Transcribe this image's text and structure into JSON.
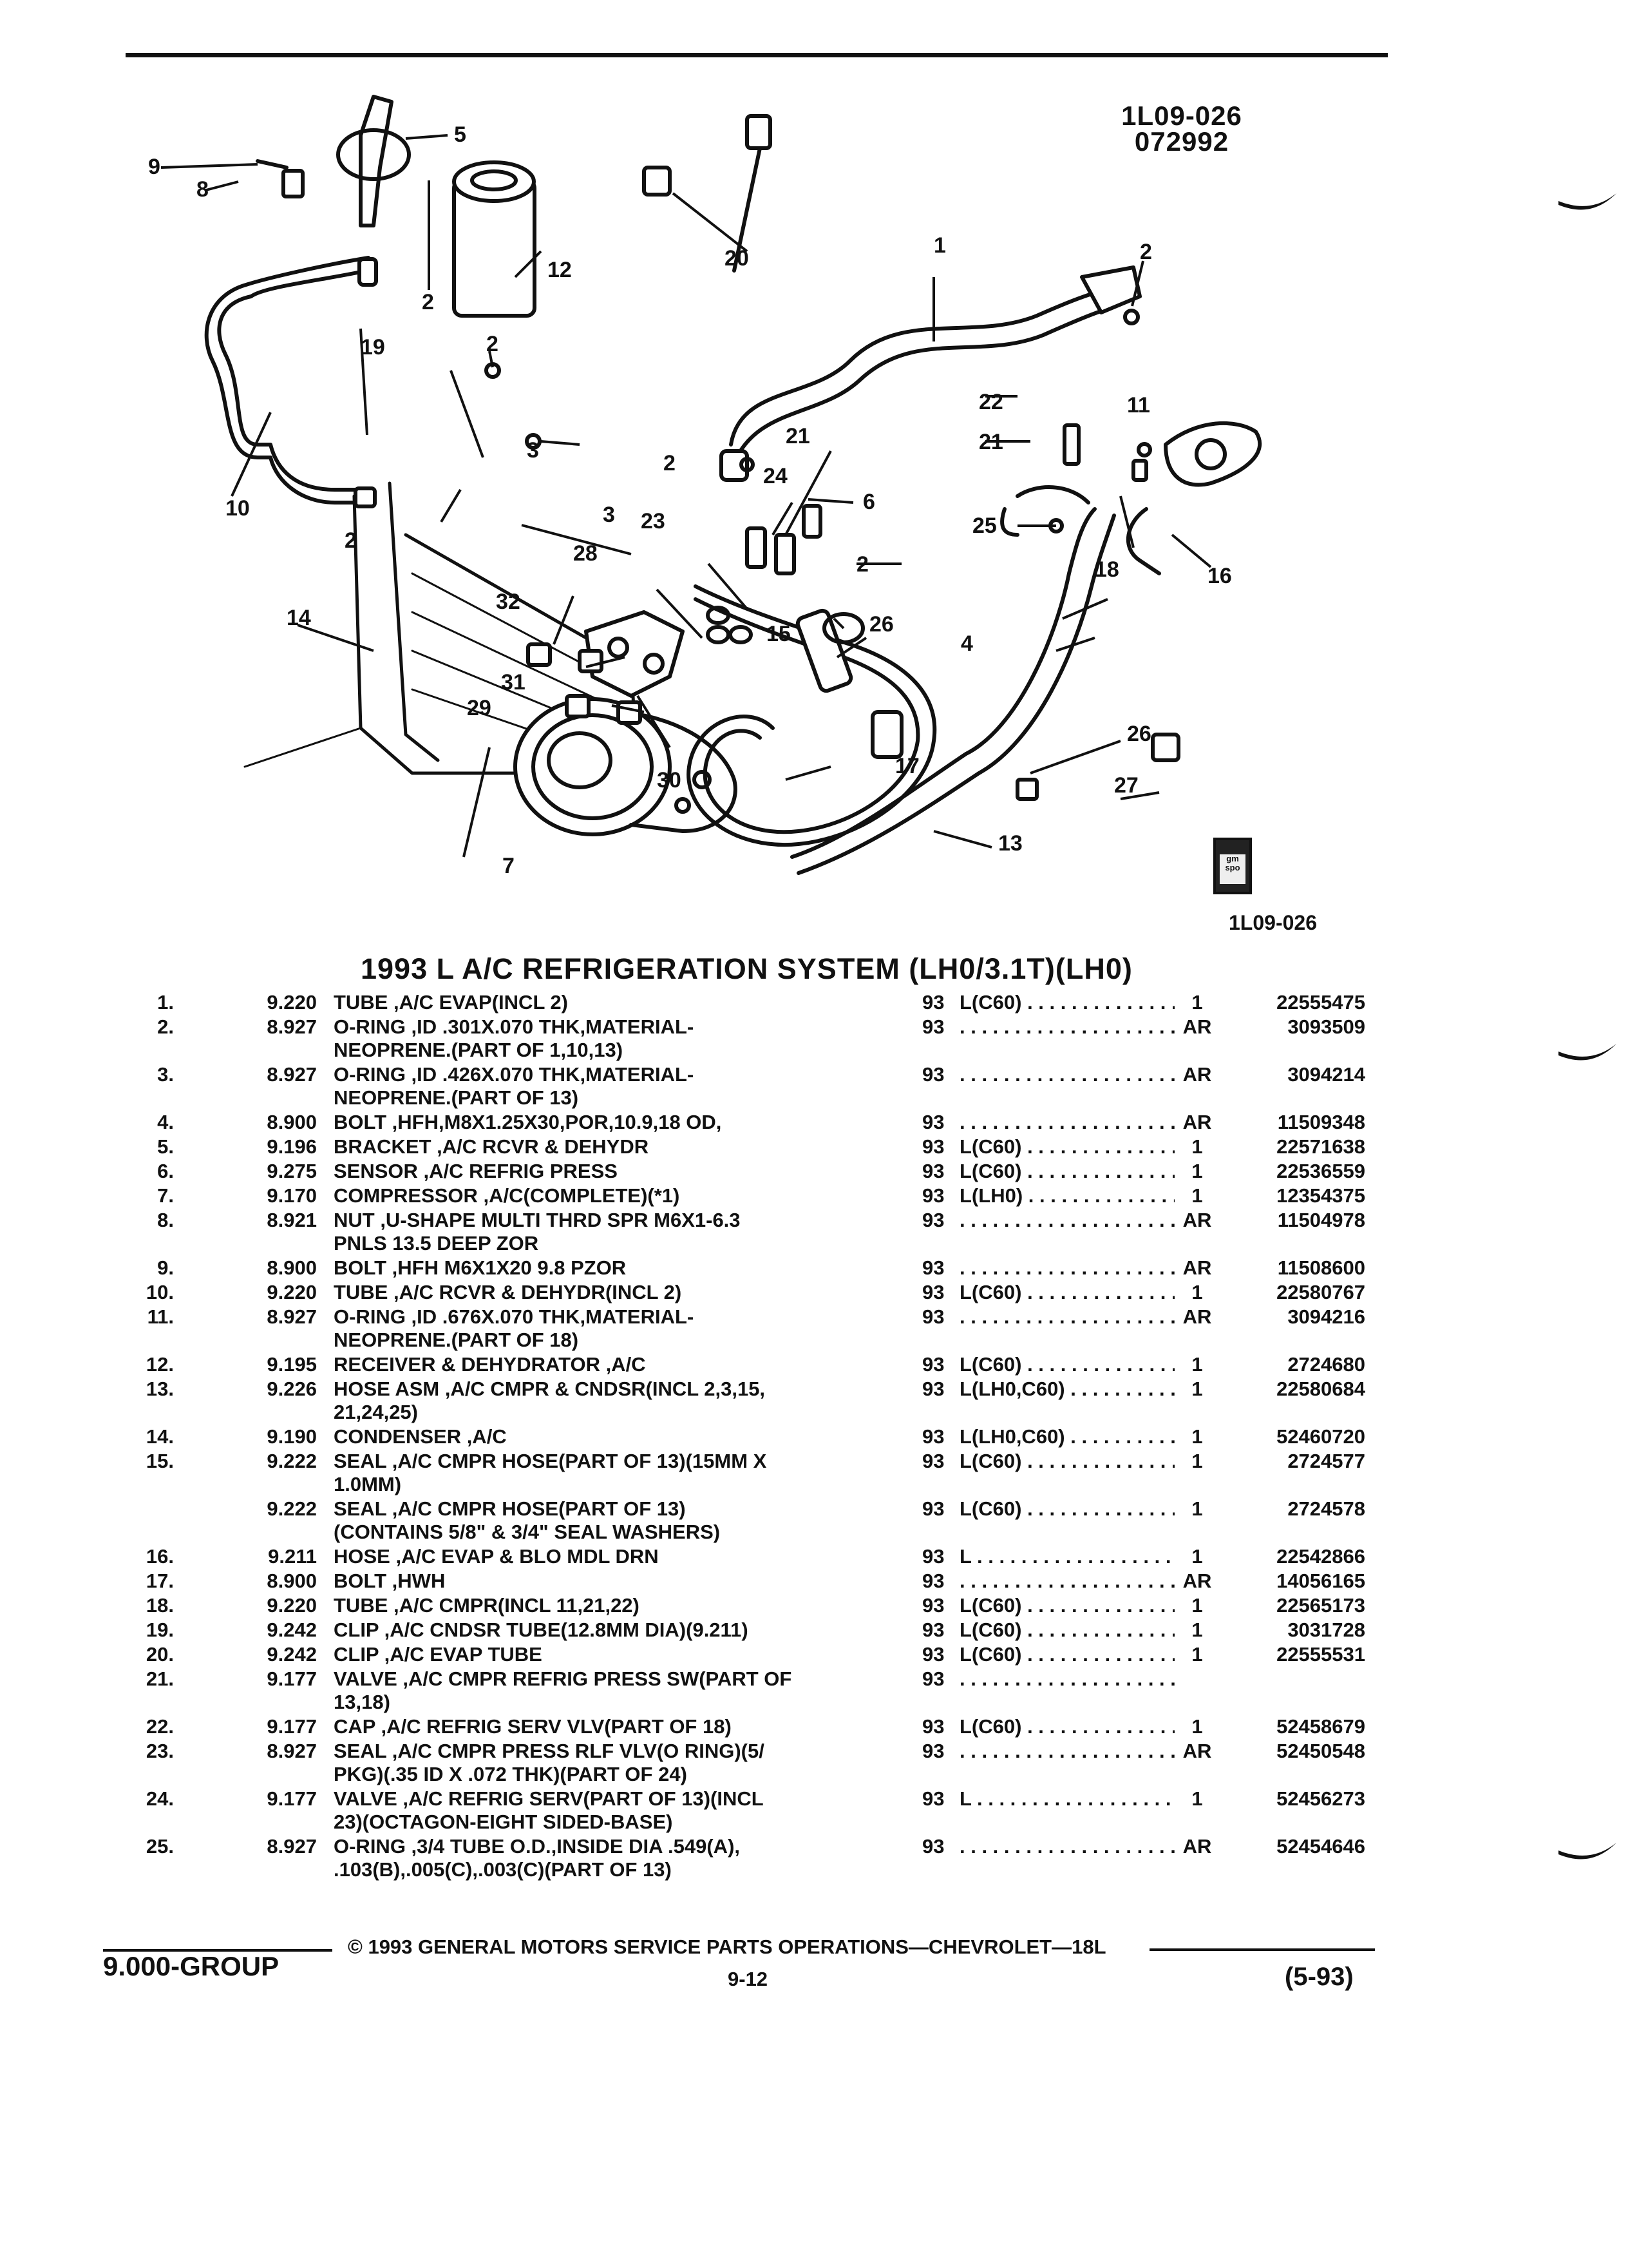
{
  "diagram": {
    "ref_code": "1L09-026",
    "ref_date": "072992",
    "bottom_ref": "1L09-026",
    "logo_text": "gm spo",
    "callouts": [
      "1",
      "2",
      "2",
      "2",
      "2",
      "2",
      "2",
      "3",
      "3",
      "4",
      "5",
      "6",
      "7",
      "8",
      "9",
      "10",
      "11",
      "12",
      "13",
      "14",
      "15",
      "16",
      "17",
      "18",
      "19",
      "20",
      "21",
      "21",
      "22",
      "23",
      "24",
      "25",
      "26",
      "26",
      "27",
      "28",
      "29",
      "30",
      "31",
      "32"
    ]
  },
  "title": "1993 L A/C REFRIGERATION SYSTEM (LH0/3.1T)(LH0)",
  "parts": [
    {
      "num": "1.",
      "group": "9.220",
      "desc": [
        "TUBE ,A/C EVAP(INCL 2)"
      ],
      "year": "93",
      "usage": "L(C60)",
      "qty": "1",
      "part": "22555475"
    },
    {
      "num": "2.",
      "group": "8.927",
      "desc": [
        "O-RING ,ID .301X.070 THK,MATERIAL-",
        "NEOPRENE.(PART OF 1,10,13)"
      ],
      "year": "93",
      "usage": "",
      "qty": "AR",
      "part": "3093509"
    },
    {
      "num": "3.",
      "group": "8.927",
      "desc": [
        "O-RING ,ID .426X.070 THK,MATERIAL-",
        "NEOPRENE.(PART OF 13)"
      ],
      "year": "93",
      "usage": "",
      "qty": "AR",
      "part": "3094214"
    },
    {
      "num": "4.",
      "group": "8.900",
      "desc": [
        "BOLT ,HFH,M8X1.25X30,POR,10.9,18 OD,"
      ],
      "year": "93",
      "usage": "",
      "qty": "AR",
      "part": "11509348"
    },
    {
      "num": "5.",
      "group": "9.196",
      "desc": [
        "BRACKET ,A/C RCVR & DEHYDR"
      ],
      "year": "93",
      "usage": "L(C60)",
      "qty": "1",
      "part": "22571638"
    },
    {
      "num": "6.",
      "group": "9.275",
      "desc": [
        "SENSOR ,A/C REFRIG PRESS"
      ],
      "year": "93",
      "usage": "L(C60)",
      "qty": "1",
      "part": "22536559"
    },
    {
      "num": "7.",
      "group": "9.170",
      "desc": [
        "COMPRESSOR ,A/C(COMPLETE)(*1)"
      ],
      "year": "93",
      "usage": "L(LH0)",
      "qty": "1",
      "part": "12354375"
    },
    {
      "num": "8.",
      "group": "8.921",
      "desc": [
        "NUT ,U-SHAPE MULTI THRD SPR M6X1-6.3",
        "PNLS 13.5 DEEP ZOR"
      ],
      "year": "93",
      "usage": "",
      "qty": "AR",
      "part": "11504978"
    },
    {
      "num": "9.",
      "group": "8.900",
      "desc": [
        "BOLT ,HFH M6X1X20 9.8 PZOR"
      ],
      "year": "93",
      "usage": "",
      "qty": "AR",
      "part": "11508600"
    },
    {
      "num": "10.",
      "group": "9.220",
      "desc": [
        "TUBE ,A/C RCVR & DEHYDR(INCL 2)"
      ],
      "year": "93",
      "usage": "L(C60)",
      "qty": "1",
      "part": "22580767"
    },
    {
      "num": "11.",
      "group": "8.927",
      "desc": [
        "O-RING ,ID .676X.070 THK,MATERIAL-",
        "NEOPRENE.(PART OF 18)"
      ],
      "year": "93",
      "usage": "",
      "qty": "AR",
      "part": "3094216"
    },
    {
      "num": "12.",
      "group": "9.195",
      "desc": [
        "RECEIVER & DEHYDRATOR ,A/C"
      ],
      "year": "93",
      "usage": "L(C60)",
      "qty": "1",
      "part": "2724680"
    },
    {
      "num": "13.",
      "group": "9.226",
      "desc": [
        "HOSE ASM ,A/C CMPR & CNDSR(INCL 2,3,15,",
        "21,24,25)"
      ],
      "year": "93",
      "usage": "L(LH0,C60)",
      "qty": "1",
      "part": "22580684"
    },
    {
      "num": "14.",
      "group": "9.190",
      "desc": [
        "CONDENSER ,A/C"
      ],
      "year": "93",
      "usage": "L(LH0,C60)",
      "qty": "1",
      "part": "52460720"
    },
    {
      "num": "15.",
      "group": "9.222",
      "desc": [
        "SEAL ,A/C CMPR HOSE(PART OF 13)(15MM X",
        "1.0MM)"
      ],
      "year": "93",
      "usage": "L(C60)",
      "qty": "1",
      "part": "2724577"
    },
    {
      "num": "",
      "group": "9.222",
      "desc": [
        "SEAL ,A/C CMPR HOSE(PART OF 13)",
        "(CONTAINS 5/8\" & 3/4\" SEAL WASHERS)"
      ],
      "year": "93",
      "usage": "L(C60)",
      "qty": "1",
      "part": "2724578"
    },
    {
      "num": "16.",
      "group": "9.211",
      "desc": [
        "HOSE ,A/C EVAP & BLO MDL DRN"
      ],
      "year": "93",
      "usage": "L",
      "qty": "1",
      "part": "22542866"
    },
    {
      "num": "17.",
      "group": "8.900",
      "desc": [
        "BOLT ,HWH"
      ],
      "year": "93",
      "usage": "",
      "qty": "AR",
      "part": "14056165"
    },
    {
      "num": "18.",
      "group": "9.220",
      "desc": [
        "TUBE ,A/C CMPR(INCL 11,21,22)"
      ],
      "year": "93",
      "usage": "L(C60)",
      "qty": "1",
      "part": "22565173"
    },
    {
      "num": "19.",
      "group": "9.242",
      "desc": [
        "CLIP ,A/C CNDSR TUBE(12.8MM DIA)(9.211)"
      ],
      "year": "93",
      "usage": "L(C60)",
      "qty": "1",
      "part": "3031728"
    },
    {
      "num": "20.",
      "group": "9.242",
      "desc": [
        "CLIP ,A/C EVAP TUBE"
      ],
      "year": "93",
      "usage": "L(C60)",
      "qty": "1",
      "part": "22555531"
    },
    {
      "num": "21.",
      "group": "9.177",
      "desc": [
        "VALVE ,A/C CMPR REFRIG PRESS SW(PART OF",
        "13,18)"
      ],
      "year": "93",
      "usage": "",
      "qty": "",
      "part": ""
    },
    {
      "num": "22.",
      "group": "9.177",
      "desc": [
        "CAP ,A/C REFRIG SERV VLV(PART OF 18)"
      ],
      "year": "93",
      "usage": "L(C60)",
      "qty": "1",
      "part": "52458679"
    },
    {
      "num": "23.",
      "group": "8.927",
      "desc": [
        "SEAL ,A/C CMPR PRESS RLF VLV(O RING)(5/",
        "PKG)(.35 ID X .072 THK)(PART OF 24)"
      ],
      "year": "93",
      "usage": "",
      "qty": "AR",
      "part": "52450548"
    },
    {
      "num": "24.",
      "group": "9.177",
      "desc": [
        "VALVE ,A/C REFRIG SERV(PART OF 13)(INCL",
        "23)(OCTAGON-EIGHT SIDED-BASE)"
      ],
      "year": "93",
      "usage": "L",
      "qty": "1",
      "part": "52456273"
    },
    {
      "num": "25.",
      "group": "8.927",
      "desc": [
        "O-RING ,3/4 TUBE O.D.,INSIDE DIA .549(A),",
        ".103(B),.005(C),.003(C)(PART OF 13)"
      ],
      "year": "93",
      "usage": "",
      "qty": "AR",
      "part": "52454646"
    }
  ],
  "footer": {
    "group": "9.000-GROUP",
    "copyright": "© 1993 GENERAL MOTORS SERVICE PARTS OPERATIONS—CHEVROLET—18L",
    "page": "9-12",
    "date": "(5-93)"
  }
}
